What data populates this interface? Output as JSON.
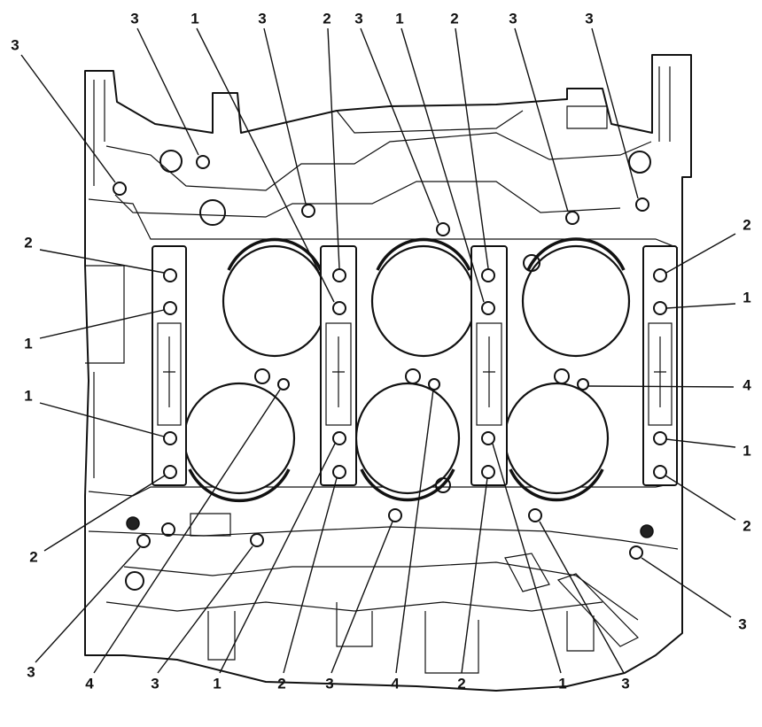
{
  "callouts": [
    {
      "label": "3"
    },
    {
      "label": "3"
    },
    {
      "label": "1"
    },
    {
      "label": "3"
    },
    {
      "label": "2"
    },
    {
      "label": "3"
    },
    {
      "label": "1"
    },
    {
      "label": "2"
    },
    {
      "label": "3"
    },
    {
      "label": "3"
    },
    {
      "label": "2"
    },
    {
      "label": "1"
    },
    {
      "label": "1"
    },
    {
      "label": "2"
    },
    {
      "label": "2"
    },
    {
      "label": "1"
    },
    {
      "label": "4"
    },
    {
      "label": "1"
    },
    {
      "label": "2"
    },
    {
      "label": "3"
    },
    {
      "label": "3"
    },
    {
      "label": "4"
    },
    {
      "label": "3"
    },
    {
      "label": "1"
    },
    {
      "label": "2"
    },
    {
      "label": "3"
    },
    {
      "label": "4"
    },
    {
      "label": "2"
    },
    {
      "label": "1"
    },
    {
      "label": "3"
    }
  ]
}
